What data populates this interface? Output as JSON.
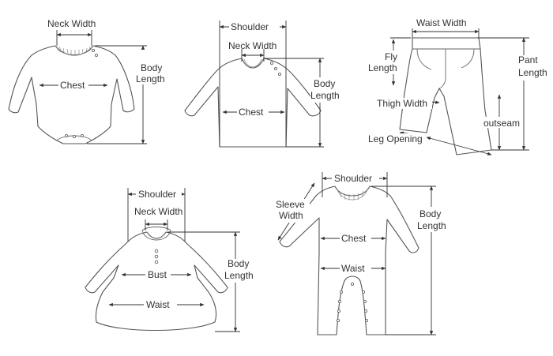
{
  "labels": {
    "bodysuit_neck_width": "Neck Width",
    "bodysuit_chest": "Chest",
    "bodysuit_body_length_1": "Body",
    "bodysuit_body_length_2": "Length",
    "tee_shoulder": "Shoulder",
    "tee_neck_width": "Neck Width",
    "tee_chest": "Chest",
    "tee_body_length_1": "Body",
    "tee_body_length_2": "Length",
    "pants_waist_width": "Waist Width",
    "pants_fly_length_1": "Fly",
    "pants_fly_length_2": "Length",
    "pants_pant_length_1": "Pant",
    "pants_pant_length_2": "Length",
    "pants_thigh_width": "Thigh Width",
    "pants_outseam": "outseam",
    "pants_leg_opening": "Leg Opening",
    "dress_shoulder": "Shoulder",
    "dress_neck_width": "Neck Width",
    "dress_bust": "Bust",
    "dress_waist": "Waist",
    "dress_body_length_1": "Body",
    "dress_body_length_2": "Length",
    "romper_shoulder": "Shoulder",
    "romper_sleeve_width_1": "Sleeve",
    "romper_sleeve_width_2": "Width",
    "romper_chest": "Chest",
    "romper_waist": "Waist",
    "romper_body_length_1": "Body",
    "romper_body_length_2": "Length"
  },
  "colors": {
    "outline": "#555555",
    "dimension_line": "#333333",
    "text": "#333333",
    "background": "#ffffff"
  }
}
